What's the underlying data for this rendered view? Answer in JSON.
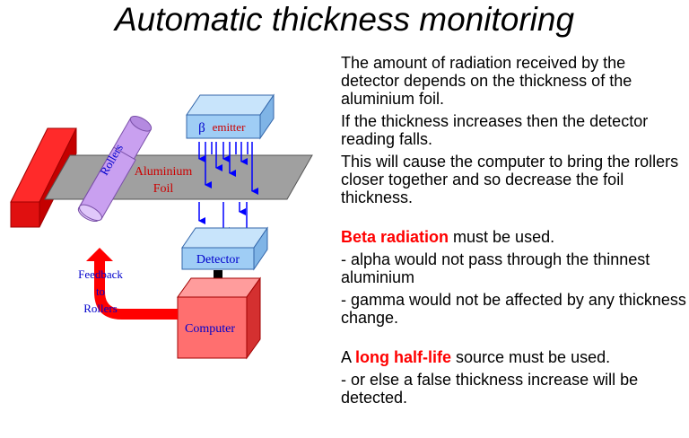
{
  "title": "Automatic thickness monitoring",
  "diagram": {
    "emitter_symbol": "β",
    "emitter_label": "emitter",
    "foil_label_line1": "Aluminium",
    "foil_label_line2": "Foil",
    "rollers_label": "Rollers",
    "detector_label": "Detector",
    "computer_label": "Computer",
    "feedback_line1": "Feedback",
    "feedback_line2": "to",
    "feedback_line3": "Rollers"
  },
  "text": {
    "p1": "The amount of radiation received by the detector depends on the thickness of the aluminium foil.",
    "p2": "If the thickness increases then the detector reading falls.",
    "p3": "This will cause the computer to bring the rollers closer together and so decrease the foil thickness.",
    "beta_highlight": "Beta radiation",
    "beta_rest": " must be used.",
    "alpha_note": "- alpha would not pass through the thinnest aluminium",
    "gamma_note": "- gamma would not be affected by any thickness change.",
    "halflife_prefix": "A ",
    "halflife_highlight": "long half-life",
    "halflife_rest": " source must be used.",
    "halflife_note": "- or else a false thickness increase will be detected."
  },
  "colors": {
    "highlight": "#ff0000",
    "box_blue": "#9fcdf5",
    "rollers_purple": "#c9a0f0",
    "foil_gray": "#a0a0a0",
    "clamp_red": "#ff2a2a",
    "computer_red": "#ff6f6f",
    "radiation_blue": "#0000ff"
  }
}
